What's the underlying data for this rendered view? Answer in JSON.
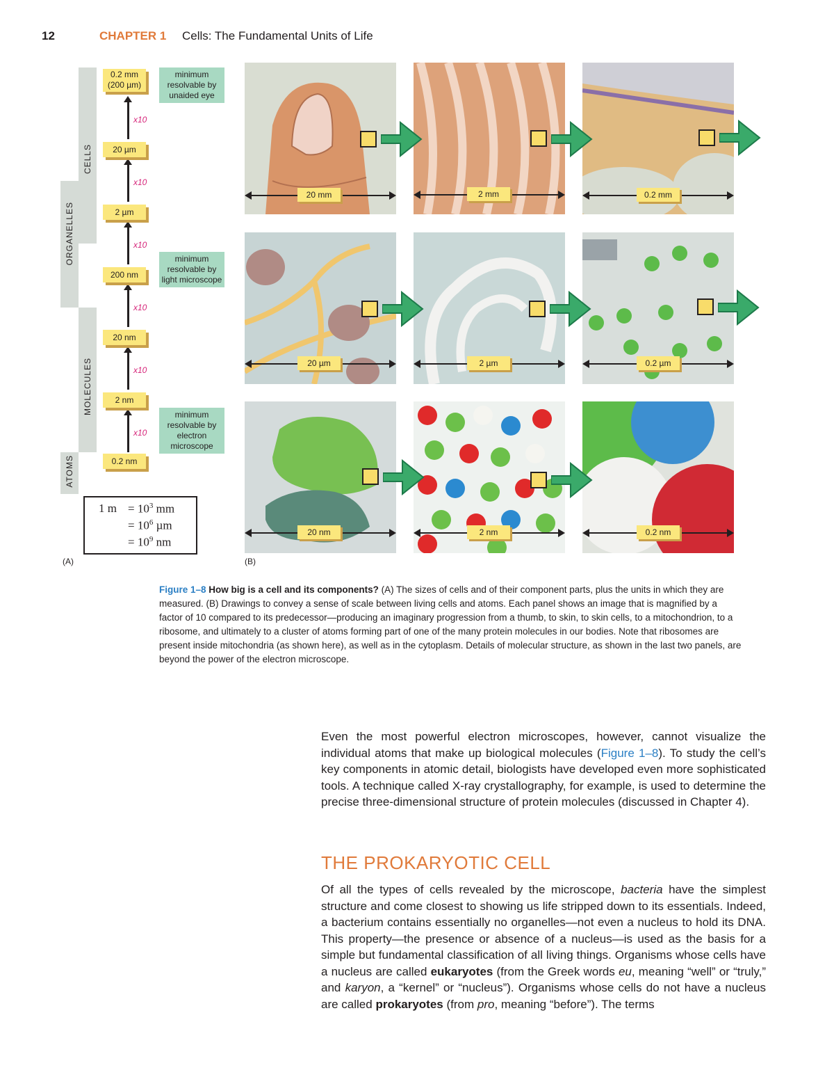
{
  "header": {
    "page_number": "12",
    "chapter": "CHAPTER 1",
    "chapter_title": "Cells: The Fundamental Units of Life"
  },
  "part_a": {
    "bands": [
      "CELLS",
      "ORGANELLES",
      "MOLECULES",
      "ATOMS"
    ],
    "scale": [
      "0.2 mm\n(200 µm)",
      "20 µm",
      "2 µm",
      "200 nm",
      "20 nm",
      "2 nm",
      "0.2 nm"
    ],
    "multiplier": "x10",
    "notes": [
      "minimum resolvable by unaided eye",
      "minimum resolvable by light microscope",
      "minimum resolvable by electron microscope"
    ],
    "conversion": {
      "line1_lhs": "1 m",
      "line1_rhs": "= 10",
      "line1_exp": "3",
      "line1_unit": " mm",
      "line2_rhs": "= 10",
      "line2_exp": "6",
      "line2_unit": " µm",
      "line3_rhs": "= 10",
      "line3_exp": "9",
      "line3_unit": " nm"
    },
    "label": "(A)"
  },
  "part_b": {
    "label": "(B)",
    "scale_labels": [
      "20 mm",
      "2 mm",
      "0.2 mm",
      "20 µm",
      "2 µm",
      "0.2 µm",
      "20 nm",
      "2 nm",
      "0.2 nm"
    ],
    "colors": {
      "zoom_arrow": "#3aaa6a",
      "scale_box": "#fbe77d",
      "scale_shadow": "#c9a04a"
    }
  },
  "caption": {
    "figure_label": "Figure 1–8",
    "title": "How big is a cell and its components?",
    "text": " (A) The sizes of cells and of their component parts, plus the units in which they are measured. (B) Drawings to convey a sense of scale between living cells and atoms. Each panel shows an image that is magnified by a factor of 10 compared to its predecessor—producing an imaginary progression from a thumb, to skin, to skin cells, to a mitochondrion, to a ribosome, and ultimately to a cluster of atoms forming part of one of the many protein molecules in our bodies. Note that ribosomes are present inside mitochondria (as shown here), as well as in the cytoplasm. Details of molecular structure, as shown in the last two panels, are beyond the power of the electron microscope."
  },
  "paragraph1": {
    "before": "Even the most powerful electron microscopes, however, cannot visualize the individual atoms that make up biological molecules (",
    "ref": "Figure 1–8",
    "after": "). To study the cell’s key components in atomic detail, biologists have developed even more sophisticated tools. A technique called X-ray crystallography, for example, is used to determine the precise three-dimensional structure of protein molecules (discussed in Chapter 4)."
  },
  "section_heading": "THE PROKARYOTIC CELL",
  "paragraph2": {
    "p1": "Of all the types of cells revealed by the microscope, ",
    "p1_it": "bacteria",
    "p2": " have the simplest structure and come closest to showing us life stripped down to its essentials. Indeed, a bacterium contains essentially no organelles—not even a nucleus to hold its DNA. This property—the presence or absence of a nucleus—is used as the basis for a simple but fundamental classification of all living things. Organisms whose cells have a nucleus are called ",
    "b1": "eukaryotes",
    "p3": " (from the Greek words ",
    "it1": "eu",
    "p4": ", meaning “well” or “truly,” and ",
    "it2": "karyon",
    "p5": ", a “kernel” or “nucleus”). Organisms whose cells do not have a nucleus are called ",
    "b2": "prokaryotes",
    "p6": " (from ",
    "it3": "pro",
    "p7": ", meaning “before”). The terms"
  }
}
